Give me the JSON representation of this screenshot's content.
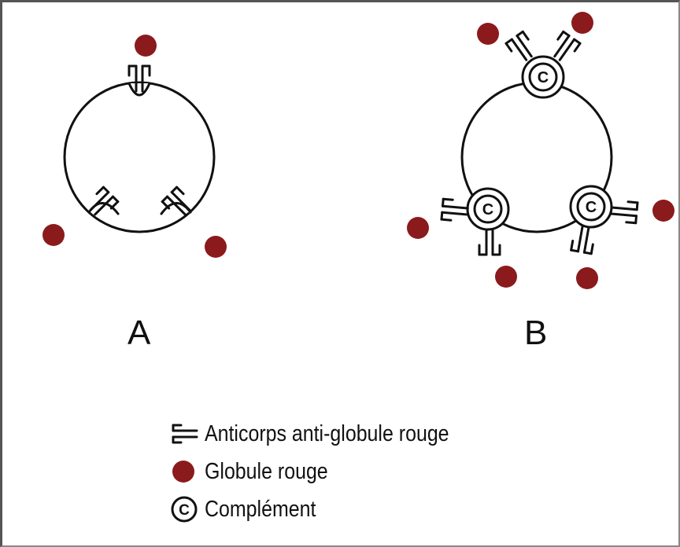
{
  "panels": {
    "a_label": "A",
    "b_label": "B"
  },
  "legend": {
    "antibody_label": "Anticorps anti-globule rouge",
    "red_cell_label": "Globule rouge",
    "complement_label": "Complément",
    "complement_symbol": "C"
  },
  "colors": {
    "red_cell": "#8b1a1c",
    "line": "#111111"
  },
  "icons": [
    "antibody-icon",
    "red-blood-cell-icon",
    "complement-icon"
  ]
}
